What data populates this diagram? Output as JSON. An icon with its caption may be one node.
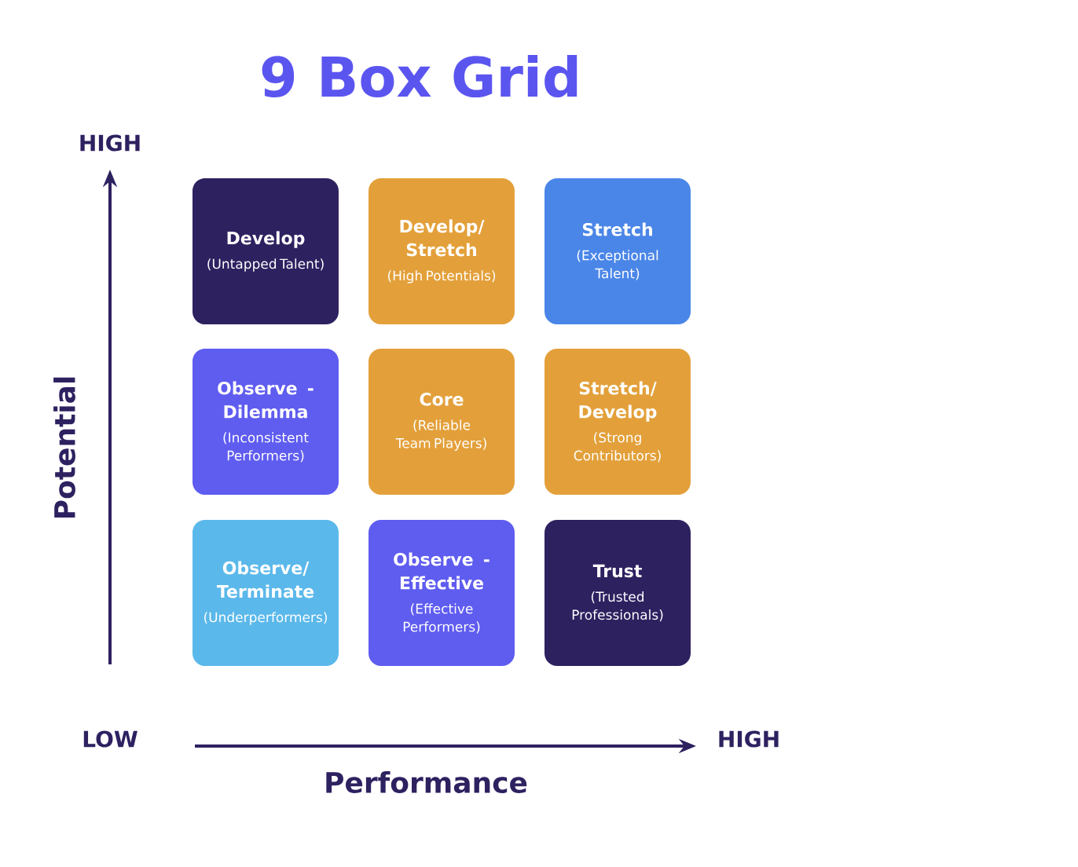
{
  "diagram": {
    "title": "9 Box Grid",
    "nodes": [
      {
        "text": [
          "Develop",
          "(Untapped Talent)"
        ]
      },
      {
        "text": [
          "Develop/ Stretch",
          "(High Potentials)"
        ]
      },
      {
        "text": [
          "Stretch",
          "(Exceptional Talent)"
        ]
      },
      {
        "text": [
          "Observe - Dilemma",
          "(Inconsistent Performers)"
        ]
      },
      {
        "text": [
          "Core",
          "(Reliable Team Players)"
        ]
      },
      {
        "text": [
          "Stretch/ Develop",
          "(Strong Contributors)"
        ]
      },
      {
        "text": [
          "Observe/ Terminate",
          "(Underperformers)"
        ]
      },
      {
        "text": [
          "Observe - Effective",
          "(Effective Performers)"
        ]
      },
      {
        "text": [
          "Trust",
          "(Trusted Professionals)"
        ]
      }
    ],
    "labels": [
      "HIGH",
      "Potential",
      "LOW",
      "HIGH",
      "Performance"
    ]
  }
}
